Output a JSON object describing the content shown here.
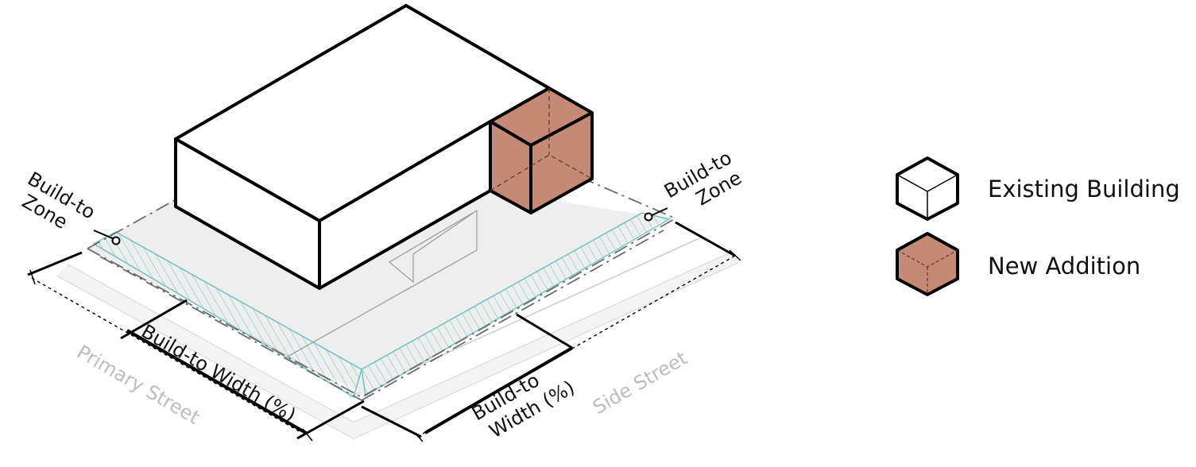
{
  "colors": {
    "existing_building_fill": "#ffffff",
    "new_addition_fill": "#c48a76",
    "build_to_zone_hatch": "#7cc4c4",
    "lot_fill": "#eeeeee",
    "street_label": "#bdbdbd",
    "outline": "#000000"
  },
  "labels": {
    "zone_left_line1": "Build-to",
    "zone_left_line2": "Zone",
    "zone_right_line1": "Build-to",
    "zone_right_line2": "Zone",
    "width_primary": "Build-to Width (%)",
    "width_side_line1": "Build-to",
    "width_side_line2": "Width (%)",
    "primary_street": "Primary Street",
    "side_street": "Side Street"
  },
  "legend": {
    "items": [
      {
        "label": "Existing Building",
        "icon": "white-box-icon"
      },
      {
        "label": "New Addition",
        "icon": "terracotta-box-icon"
      }
    ]
  }
}
